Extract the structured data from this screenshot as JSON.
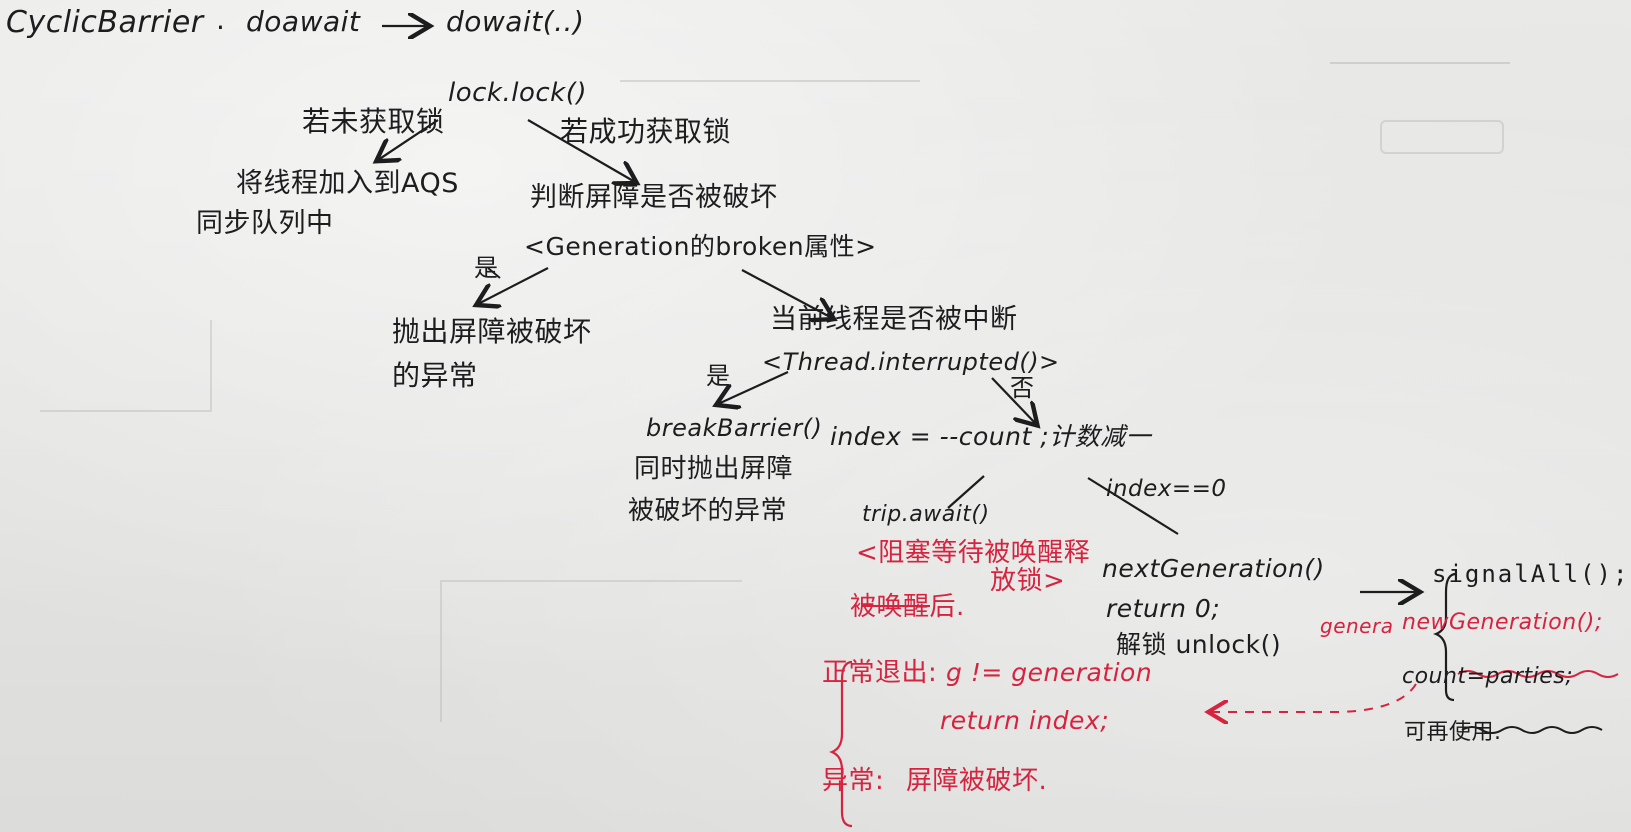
{
  "title_line": {
    "class_name": "CyclicBarrier",
    "dot": ".",
    "await": "doawait",
    "arrow": "→",
    "doawait": "dowait(..)"
  },
  "lock_call": "lock.lock()",
  "fail_branch": {
    "label": "若未获取锁",
    "action_line1": "将线程加入到AQS",
    "action_line2": "同步队列中"
  },
  "success_branch": {
    "label": "若成功获取锁",
    "check_line1": "判断屏障是否被破坏",
    "check_line2": "<Generation的broken属性>"
  },
  "broken_yes": {
    "label": "是",
    "text_line1": "抛出屏障被破坏",
    "text_line2": "的异常"
  },
  "interrupt_check": {
    "line1": "当前线程是否被中断",
    "line2": "<Thread.interrupted()>"
  },
  "interrupt_yes": {
    "label": "是",
    "line1": "breakBarrier()",
    "line2": "同时抛出屏障",
    "line3": "被破坏的异常"
  },
  "interrupt_no": {
    "label": "否",
    "count_line": "index = --count ;计数减一"
  },
  "wait_branch": {
    "call": "trip.await()",
    "note_line1": "<阻塞等待被唤醒释",
    "note_line2": "放锁>",
    "after_wake": "被唤醒后."
  },
  "zero_branch": {
    "condition": "index==0",
    "next_gen": "nextGeneration()",
    "ret": "return 0;",
    "unlock": "解锁 unlock()",
    "arrow": "→"
  },
  "next_generation_detail": {
    "signal": "signalAll();",
    "new_gen": "newGeneration();",
    "count": "count=parties;",
    "reuse": "可再使用."
  },
  "genera_label": "genera",
  "wake_outcomes": {
    "normal_label": "正常退出:",
    "normal_condition": "g != generation",
    "normal_return": "return index;",
    "error_label": "异常:",
    "error_text": "屏障被破坏."
  },
  "colors": {
    "ink": "#1d1d1f",
    "red_ink": "#d6233f",
    "paper": "#e6e6e4"
  }
}
